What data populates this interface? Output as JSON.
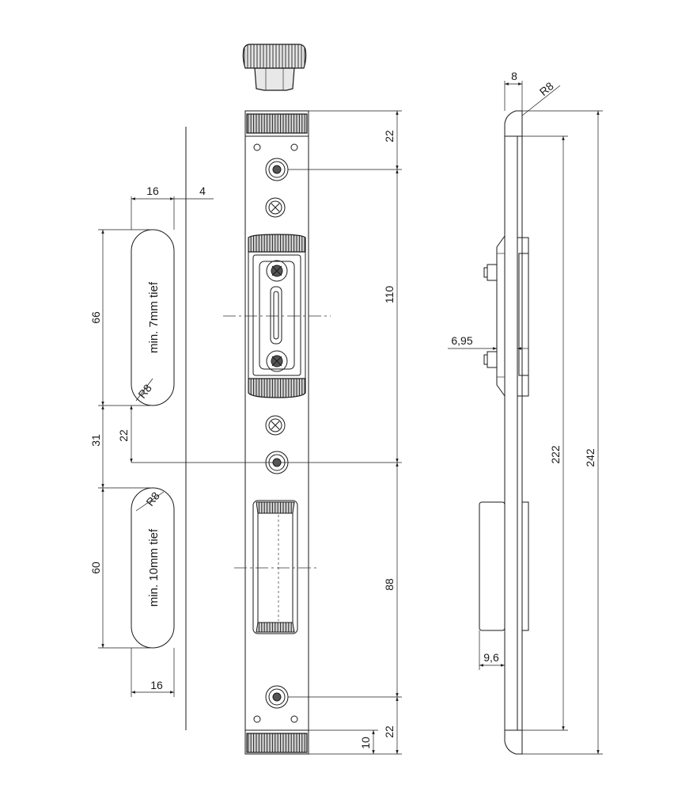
{
  "slots": {
    "upper": {
      "label": "min. 7mm tief",
      "radius": "R8"
    },
    "lower": {
      "label": "min. 10mm tief",
      "radius": "R8"
    }
  },
  "dimensions": {
    "slot_upper_width": "16",
    "offset": "4",
    "slot_upper_height": "66",
    "gap_between": "31",
    "gap_to_hole": "22",
    "slot_lower_height": "60",
    "slot_lower_width": "16",
    "top_to_hole": "22",
    "hole_spacing_upper": "110",
    "hole_spacing_lower": "88",
    "bottom_to_hole": "22",
    "bottom_cap": "10",
    "side_top_thickness": "8",
    "side_radius": "R8",
    "side_keeper_depth": "6,95",
    "side_inner_length": "222",
    "side_total_length": "242",
    "side_pocket_depth": "9,6"
  }
}
